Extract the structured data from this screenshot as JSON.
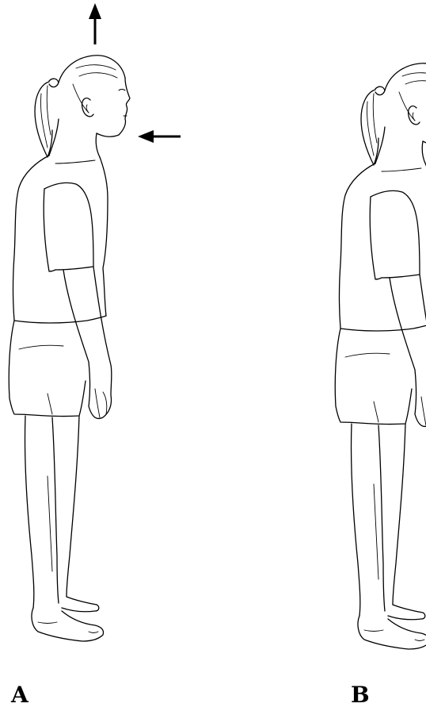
{
  "figure": {
    "panels": [
      {
        "id": "A",
        "label": "A",
        "arrows": [
          "up-arrow-above-head",
          "left-arrow-at-chin"
        ]
      },
      {
        "id": "B",
        "label": "B",
        "arrows": []
      }
    ],
    "colors": {
      "line": "#000000",
      "background": "#ffffff"
    }
  }
}
